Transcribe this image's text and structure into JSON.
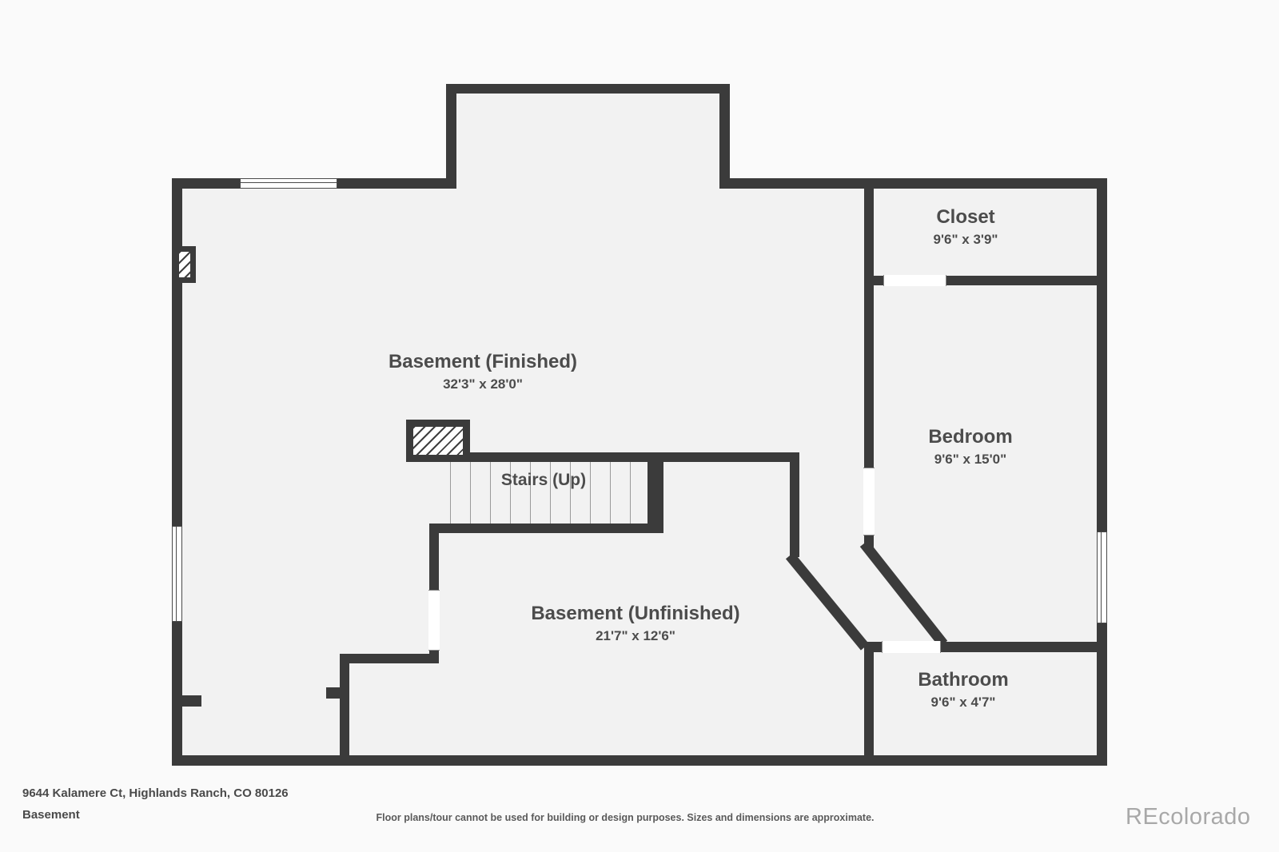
{
  "plan": {
    "wall_color": "#3b3b3b",
    "floor_color": "#f2f2f2",
    "background_color": "#fafafa"
  },
  "rooms": [
    {
      "name": "Basement (Finished)",
      "dims": "32'3\" x 28'0\""
    },
    {
      "name": "Stairs (Up)",
      "dims": ""
    },
    {
      "name": "Basement (Unfinished)",
      "dims": "21'7\" x 12'6\""
    },
    {
      "name": "Closet",
      "dims": "9'6\" x 3'9\""
    },
    {
      "name": "Bedroom",
      "dims": "9'6\" x 15'0\""
    },
    {
      "name": "Bathroom",
      "dims": "9'6\" x 4'7\""
    }
  ],
  "footer": {
    "address": "9644 Kalamere Ct, Highlands Ranch, CO 80126",
    "floor": "Basement",
    "disclaimer": "Floor plans/tour cannot be used for building or design purposes. Sizes and dimensions are approximate.",
    "watermark": "REcolorado"
  }
}
